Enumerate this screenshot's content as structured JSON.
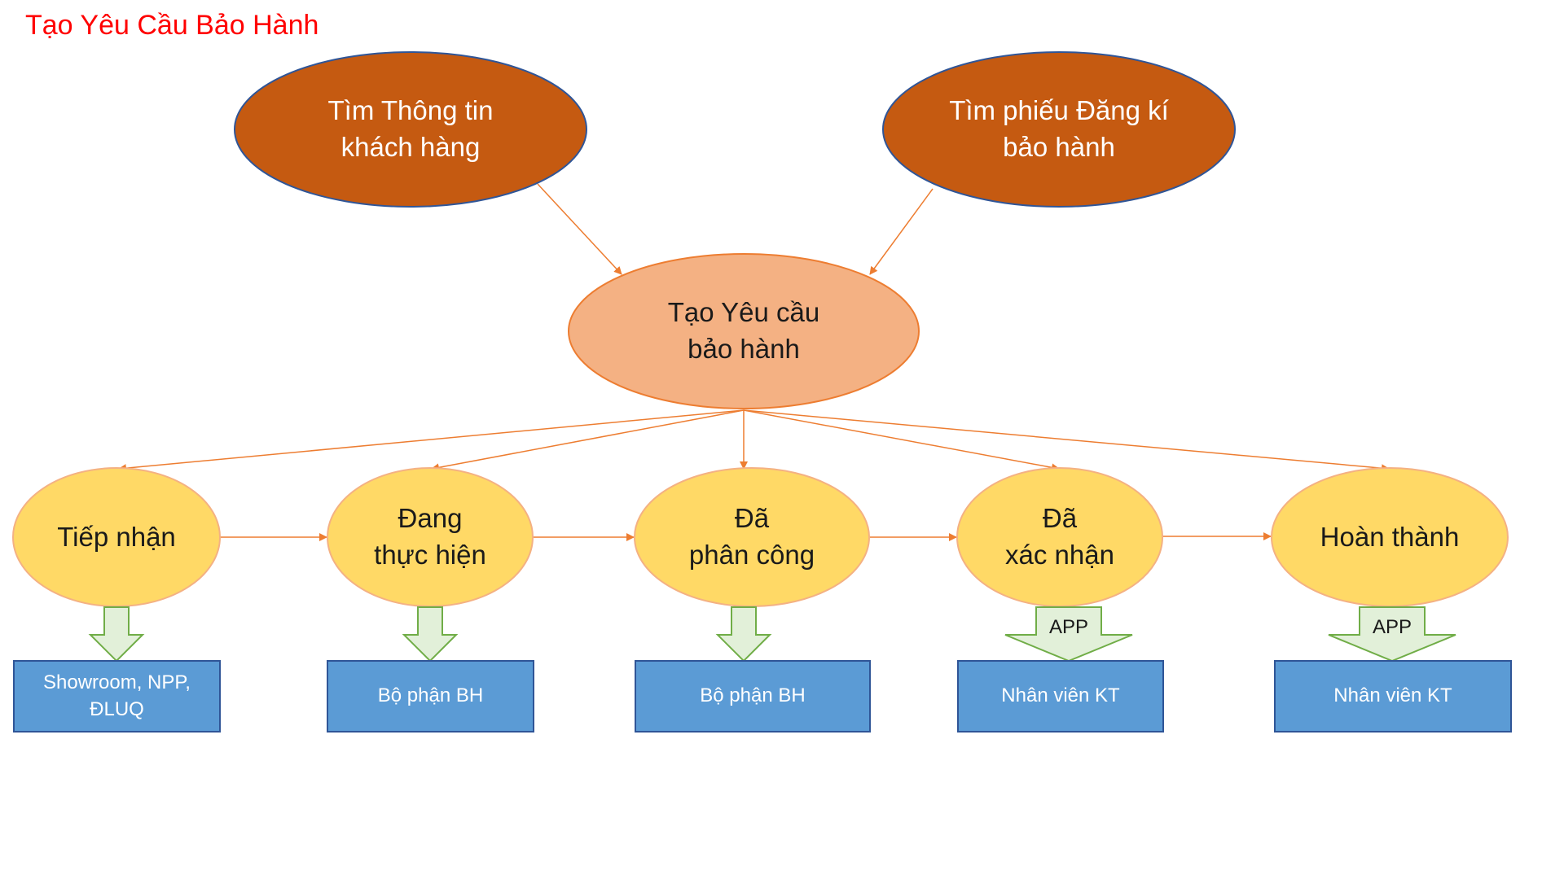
{
  "title": "Tạo Yêu Cầu Bảo Hành",
  "top_nodes": [
    {
      "lines": [
        "Tìm Thông tin",
        "khách hàng"
      ]
    },
    {
      "lines": [
        "Tìm phiếu Đăng kí",
        "bảo hành"
      ]
    }
  ],
  "center_node": {
    "lines": [
      "Tạo Yêu cầu",
      "bảo hành"
    ]
  },
  "statuses": [
    {
      "lines": [
        "Tiếp nhận"
      ]
    },
    {
      "lines": [
        "Đang",
        "thực hiện"
      ]
    },
    {
      "lines": [
        "Đã",
        "phân công"
      ]
    },
    {
      "lines": [
        "Đã",
        "xác nhận"
      ]
    },
    {
      "lines": [
        "Hoàn thành"
      ]
    }
  ],
  "arrow_labels": [
    "",
    "",
    "",
    "APP",
    "APP"
  ],
  "departments": [
    {
      "lines": [
        "Showroom, NPP,",
        "ĐLUQ"
      ]
    },
    {
      "lines": [
        "Bộ phận BH"
      ]
    },
    {
      "lines": [
        "Bộ phận BH"
      ]
    },
    {
      "lines": [
        "Nhân viên KT"
      ]
    },
    {
      "lines": [
        "Nhân viên KT"
      ]
    }
  ],
  "colors": {
    "title": "#ff0000",
    "top_node_fill": "#c55a11",
    "top_node_stroke": "#2f5597",
    "center_node_fill": "#f4b183",
    "center_node_stroke": "#ed7d31",
    "status_fill": "#ffd966",
    "status_stroke": "#f4b183",
    "connector": "#ed7d31",
    "down_arrow_fill": "#e2f0d9",
    "down_arrow_stroke": "#70ad47",
    "dept_fill": "#5b9bd5",
    "dept_stroke": "#2f5597"
  }
}
